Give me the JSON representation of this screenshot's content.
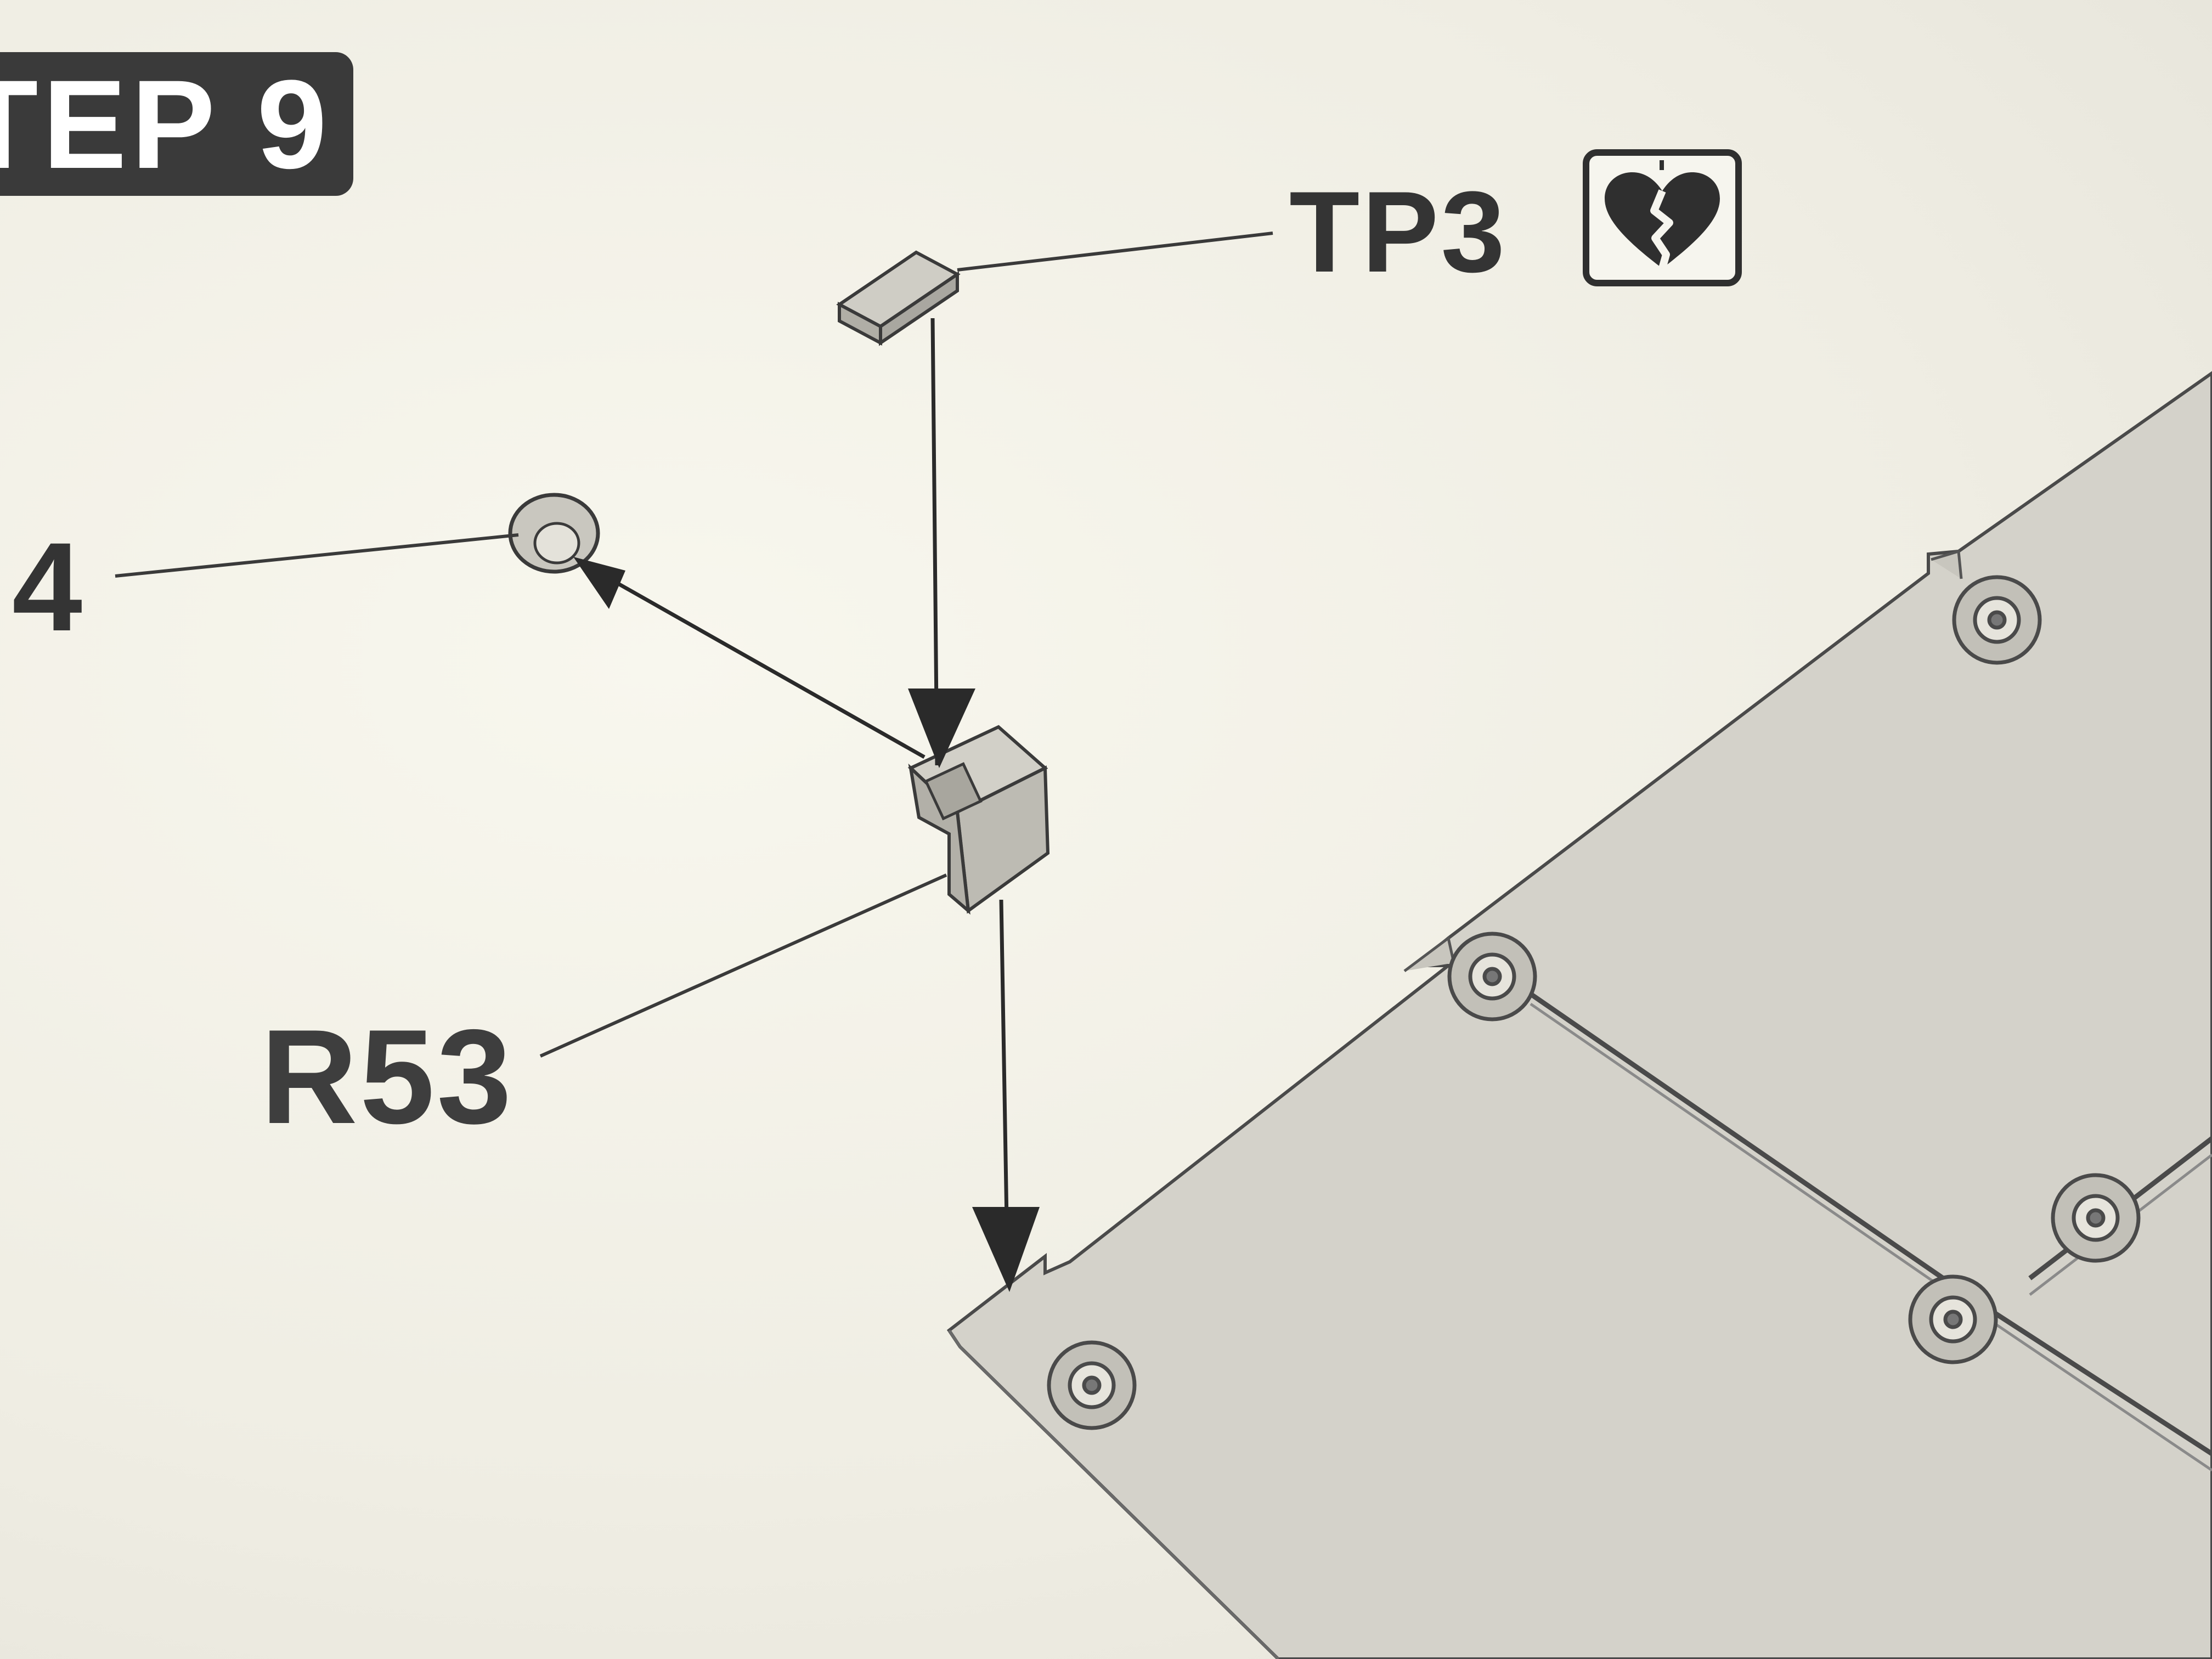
{
  "step": {
    "label": "TEP 9"
  },
  "callouts": {
    "tp3": "TP3",
    "r53": "R53",
    "left_part": "4"
  },
  "icons": {
    "tp3_marker": "broken-heart-icon"
  },
  "colors": {
    "paper": "#f2f0e6",
    "ink": "#2f2f2f",
    "part_fill": "#c9c7bf",
    "panel_fill": "#d3d1c9"
  }
}
